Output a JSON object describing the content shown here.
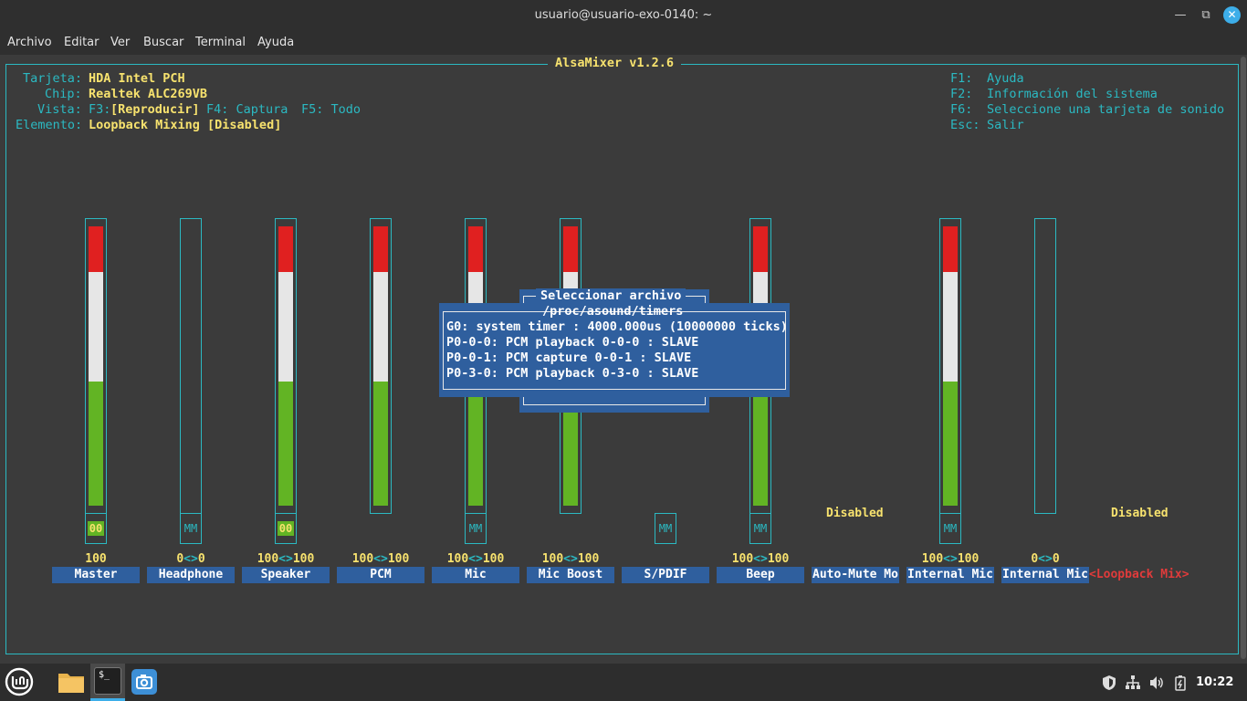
{
  "window": {
    "title": "usuario@usuario-exo-0140: ~"
  },
  "menu": [
    "Archivo",
    "Editar",
    "Ver",
    "Buscar",
    "Terminal",
    "Ayuda"
  ],
  "mixer": {
    "title": "AlsaMixer v1.2.6",
    "card_label": "Tarjeta:",
    "card_value": "HDA Intel PCH",
    "chip_label": "Chip:",
    "chip_value": "Realtek ALC269VB",
    "view_label": "Vista:",
    "view_f3": "F3:",
    "view_f3_value": "[Reproducir]",
    "view_f4": "F4: Captura",
    "view_f5": "F5: Todo",
    "element_label": "Elemento:",
    "element_value": "Loopback Mixing [Disabled]",
    "help": [
      {
        "key": "F1:",
        "text": "Ayuda"
      },
      {
        "key": "F2:",
        "text": "Información del sistema"
      },
      {
        "key": "F6:",
        "text": "Seleccione una tarjeta de sonido"
      },
      {
        "key": "Esc:",
        "text": "Salir"
      }
    ]
  },
  "channels": [
    {
      "name": "Master",
      "value": "100",
      "mute": "00",
      "level": 1.0
    },
    {
      "name": "Headphone",
      "value_l": "0",
      "value_r": "0",
      "mute": "MM",
      "level": 0
    },
    {
      "name": "Speaker",
      "value_l": "100",
      "value_r": "100",
      "mute": "00",
      "level": 1.0
    },
    {
      "name": "PCM",
      "value_l": "100",
      "value_r": "100",
      "level": 1.0
    },
    {
      "name": "Mic",
      "value_l": "100",
      "value_r": "100",
      "mute": "MM",
      "level": 1.0
    },
    {
      "name": "Mic Boost",
      "value_l": "100",
      "value_r": "100",
      "level": 1.0
    },
    {
      "name": "S/PDIF",
      "mute": "MM"
    },
    {
      "name": "Beep",
      "value_l": "100",
      "value_r": "100",
      "mute": "MM",
      "level": 1.0
    },
    {
      "name": "Auto-Mute Mo",
      "status": "Disabled"
    },
    {
      "name": "Internal Mic",
      "value_l": "100",
      "value_r": "100",
      "mute": "MM",
      "level": 1.0
    },
    {
      "name": "Internal Mic",
      "value_l": "0",
      "value_r": "0",
      "level": 0
    },
    {
      "name": "<Loopback Mix>",
      "status": "Disabled"
    }
  ],
  "value_sep": "<>",
  "dialog": {
    "title": "Seleccionar archivo",
    "file": "/proc/asound/timers",
    "lines": [
      "G0: system timer : 4000.000us (10000000 ticks)",
      "P0-0-0: PCM playback 0-0-0 : SLAVE",
      "P0-0-1: PCM capture 0-0-1 : SLAVE",
      "P0-3-0: PCM playback 0-3-0 : SLAVE"
    ]
  },
  "taskbar": {
    "clock": "10:22"
  },
  "colors": {
    "accent": "#2bb9c2",
    "yellow": "#f7e26e",
    "blue": "#2f5f9e",
    "green": "#62b424",
    "red": "#e02020"
  }
}
